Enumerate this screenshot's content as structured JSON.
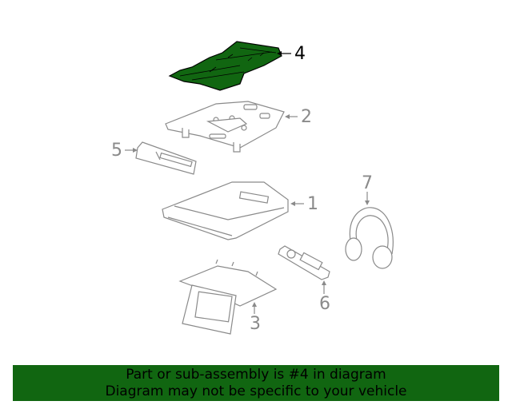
{
  "diagram": {
    "highlight_color": "#116611",
    "line_color": "#8a8a8a",
    "highlighted_part": "4",
    "callouts": [
      {
        "id": "1",
        "label": "1",
        "part": "overhead-console-housing"
      },
      {
        "id": "2",
        "label": "2",
        "part": "mounting-bracket-plate"
      },
      {
        "id": "3",
        "label": "3",
        "part": "flip-down-display-screen"
      },
      {
        "id": "4",
        "label": "4",
        "part": "reinforcement-bracket"
      },
      {
        "id": "5",
        "label": "5",
        "part": "dvd-player-module"
      },
      {
        "id": "6",
        "label": "6",
        "part": "remote-control"
      },
      {
        "id": "7",
        "label": "7",
        "part": "wireless-headphones"
      }
    ]
  },
  "banner": {
    "line1": "Part or sub-assembly is #4 in diagram",
    "line2": "Diagram may not be specific to your vehicle",
    "background": "#116611"
  }
}
